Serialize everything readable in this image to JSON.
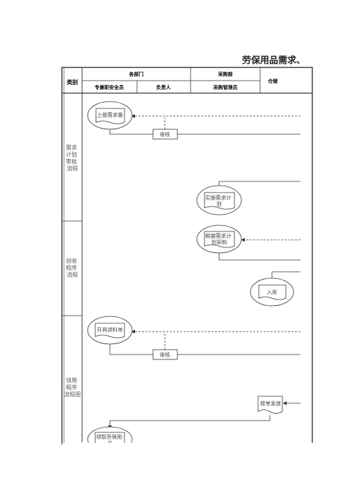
{
  "title": "劳保用品需求、",
  "header": {
    "category": "类别",
    "dept_group": "各部门",
    "safety_officer": "专兼职安全员",
    "person_in_charge": "负责人",
    "purchasing_dept": "采购部",
    "purchasing_manager": "采购管理员",
    "warehouse": "仓储"
  },
  "sections": [
    {
      "label_lines": [
        "需求",
        "计划",
        "审批",
        "流程"
      ]
    },
    {
      "label_lines": [
        "验收",
        "程序",
        "流程"
      ]
    },
    {
      "label_lines": [
        "领用",
        "程序",
        "流程图"
      ]
    }
  ],
  "nodes": {
    "report_demand": "上报需求量",
    "review_1": "审核",
    "implement_plan": [
      "实施需求计",
      "划"
    ],
    "purchase_by_plan": [
      "根据需求计",
      "划采购"
    ],
    "warehousing": "入库",
    "issue_requisition": "开具领料单",
    "review_2": "审核",
    "distribute_by_order": "按单发放",
    "receive_supplies": [
      "领取劳保用",
      "品"
    ]
  },
  "colors": {
    "line": "#333333",
    "node_fill": "#ffffff",
    "text": "#222222"
  }
}
